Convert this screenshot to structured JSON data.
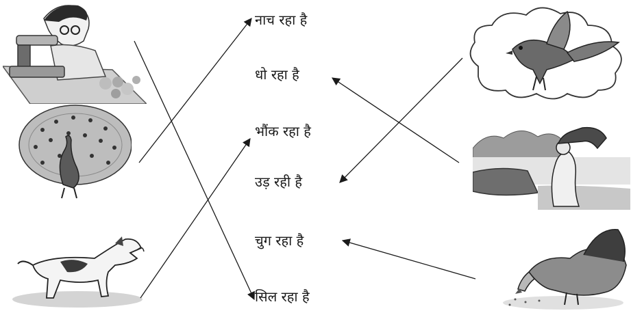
{
  "labels": [
    "नाच रहा है",
    "धो रहा है",
    "भौंक रहा है",
    "उड़ रही है",
    "चुग रहा है",
    "सिल रहा है"
  ],
  "pictures": {
    "left": [
      "tailor-sewing",
      "peacock",
      "dog-barking"
    ],
    "right": [
      "bird-flying",
      "man-washing-clothes",
      "rooster-pecking"
    ]
  },
  "matches": [
    {
      "picture": "tailor-sewing",
      "label": "सिल रहा है"
    },
    {
      "picture": "peacock",
      "label": "नाच रहा है"
    },
    {
      "picture": "dog-barking",
      "label": "भौंक रहा है"
    },
    {
      "picture": "bird-flying",
      "label": "उड़ रही है"
    },
    {
      "picture": "man-washing-clothes",
      "label": "धो रहा है"
    },
    {
      "picture": "rooster-pecking",
      "label": "चुग रहा है"
    }
  ],
  "colors": {
    "ink": "#1a1a1a",
    "shade": "#9a9a9a",
    "light": "#d9d9d9"
  }
}
